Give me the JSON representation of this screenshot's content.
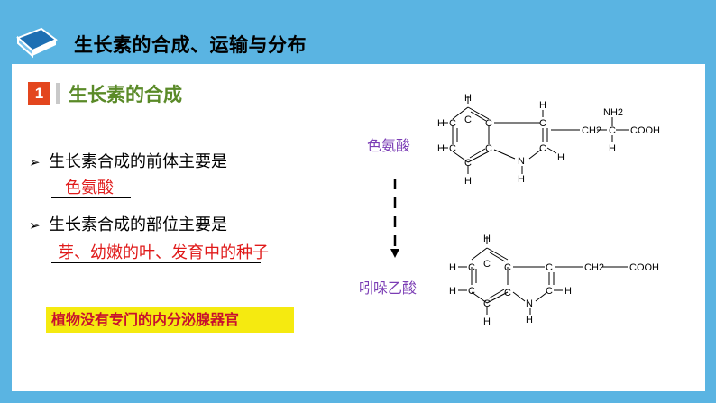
{
  "header": {
    "title": "生长素的合成、运输与分布",
    "icon": "book-icon"
  },
  "section": {
    "number": "1",
    "title": "生长素的合成"
  },
  "bullets": [
    {
      "text": "生长素合成的前体主要是",
      "answer": "色氨酸"
    },
    {
      "text": "生长素合成的部位主要是",
      "answer": "芽、幼嫩的叶、发育中的种子"
    }
  ],
  "note": "植物没有专门的内分泌腺器官",
  "molecules": {
    "top_label": "色氨酸",
    "bottom_label": "吲哚乙酸",
    "atoms": {
      "c": "C",
      "h": "H",
      "n": "N",
      "nh2": "NH2",
      "ch2": "CH2",
      "cooh": "COOH"
    }
  },
  "colors": {
    "background": "#5ab4e2",
    "section_badge": "#e3461e",
    "section_title": "#5a8a28",
    "answer": "#e01a1a",
    "note_bg": "#f5ea10",
    "molecule_label": "#7b3db5"
  }
}
